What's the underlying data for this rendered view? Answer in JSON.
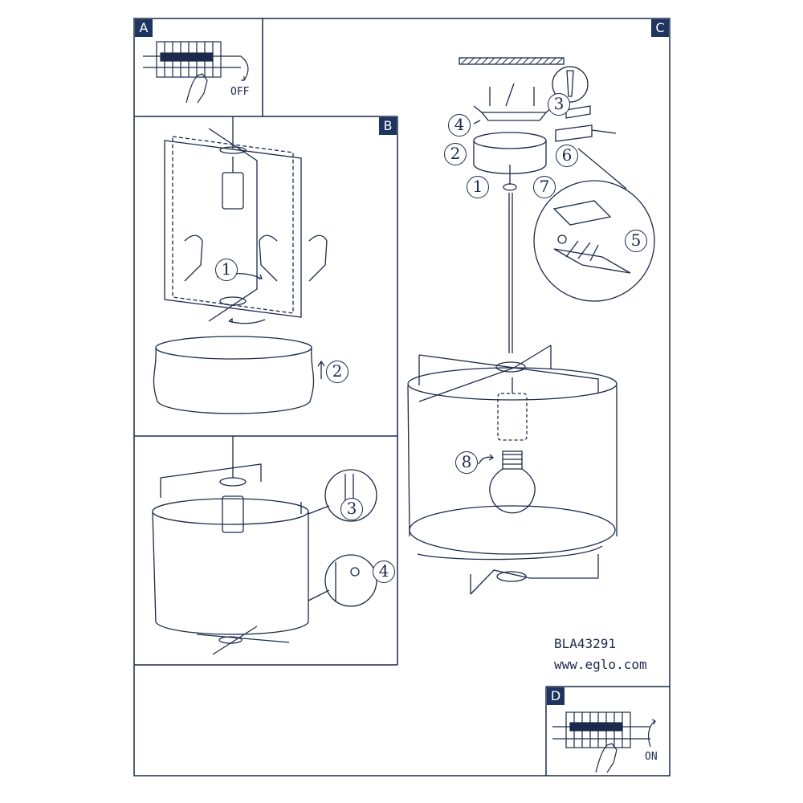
{
  "panels": {
    "A": "A",
    "B": "B",
    "C": "C",
    "D": "D"
  },
  "panel_a": {
    "switch_text": "OFF"
  },
  "panel_d": {
    "switch_text": "ON"
  },
  "footer": {
    "model": "BLA43291",
    "website": "www.eglo.com"
  },
  "steps": {
    "b1": "1",
    "b2": "2",
    "b3": "3",
    "b4": "4",
    "c1": "1",
    "c2": "2",
    "c3": "3",
    "c4": "4",
    "c5": "5",
    "c6": "6",
    "c7": "7",
    "c8": "8"
  },
  "colors": {
    "line": "#1b2a4a",
    "label_bg": "#1e3560"
  }
}
